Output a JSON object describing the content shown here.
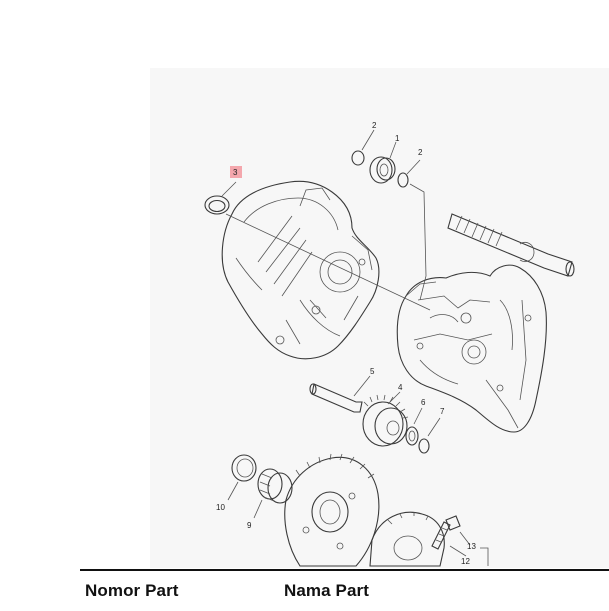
{
  "diagram": {
    "highlighted_callout": "3",
    "highlight_color": "#f4a7ad",
    "callouts": [
      "1",
      "2",
      "2",
      "3",
      "4",
      "5",
      "6",
      "7",
      "9",
      "10",
      "12",
      "13"
    ]
  },
  "table": {
    "columns": [
      "Nomor Part",
      "Nama Part"
    ]
  }
}
